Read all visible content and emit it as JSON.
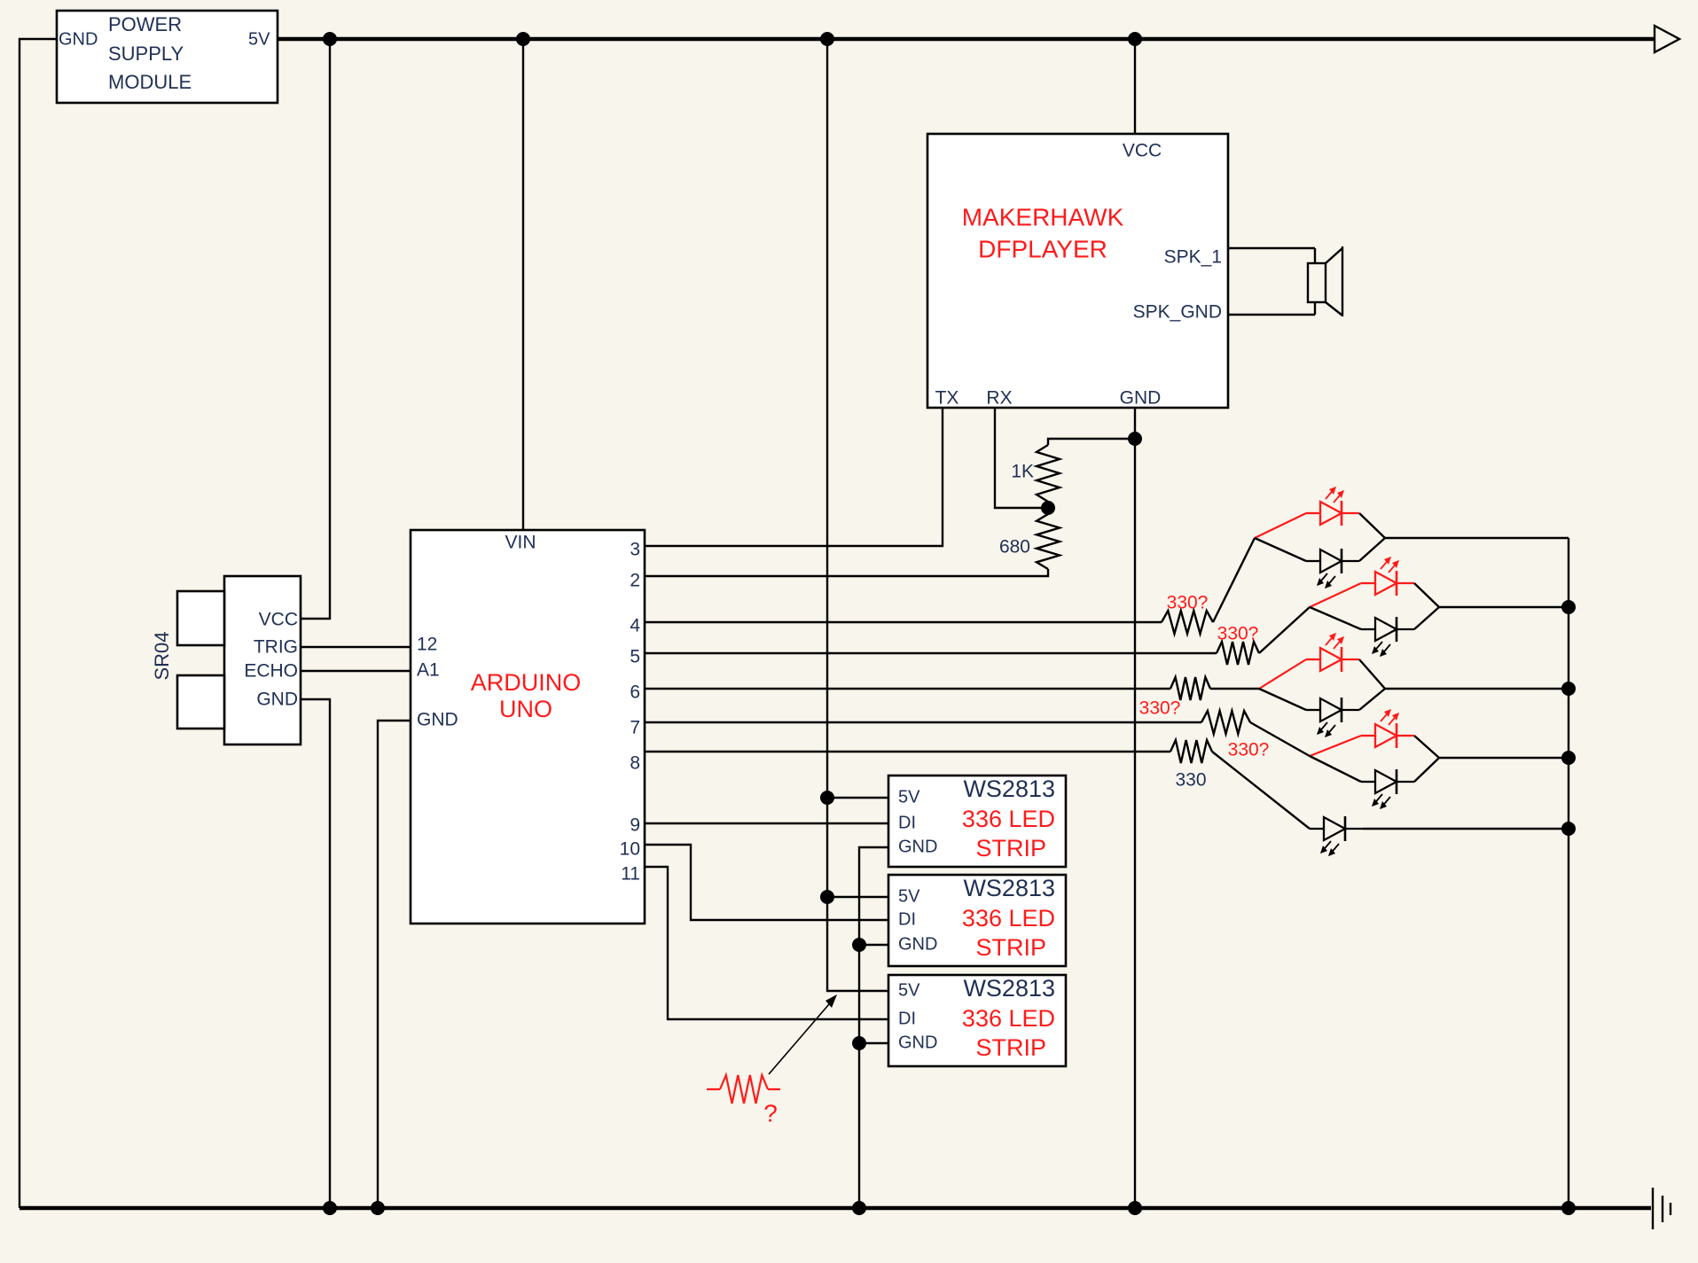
{
  "colors": {
    "bg": "#f8f5ec",
    "wire": "#000000",
    "red": "#ff1a1a",
    "dark": "#203055",
    "box_bg": "#ffffff"
  },
  "power_supply": {
    "gnd_pin": "GND",
    "title_lines": [
      "POWER",
      "SUPPLY",
      "MODULE"
    ],
    "v5_pin": "5V"
  },
  "dfplayer": {
    "vcc": "VCC",
    "title_lines": [
      "MAKERHAWK",
      "DFPLAYER"
    ],
    "spk1": "SPK_1",
    "spk_gnd": "SPK_GND",
    "tx": "TX",
    "rx": "RX",
    "gnd": "GND"
  },
  "resistors": {
    "r_rx_pullup": "1K",
    "r_rx_series": "680",
    "channels": [
      "330?",
      "330?",
      "330?",
      "330?"
    ],
    "r_ch5": "330",
    "unknown": "?"
  },
  "sr04": {
    "name": "SR04",
    "pins": [
      "VCC",
      "TRIG",
      "ECHO",
      "GND"
    ]
  },
  "arduino": {
    "vin": "VIN",
    "title_lines": [
      "ARDUINO",
      "UNO"
    ],
    "right_pins": [
      "3",
      "2",
      "4",
      "5",
      "6",
      "7",
      "8",
      "9",
      "10",
      "11"
    ],
    "left_pins": [
      "12",
      "A1",
      "GND"
    ]
  },
  "led_strips": [
    {
      "pin_5v": "5V",
      "pin_di": "DI",
      "pin_gnd": "GND",
      "title": "WS2813",
      "line2": "336 LED",
      "line3": "STRIP"
    },
    {
      "pin_5v": "5V",
      "pin_di": "DI",
      "pin_gnd": "GND",
      "title": "WS2813",
      "line2": "336 LED",
      "line3": "STRIP"
    },
    {
      "pin_5v": "5V",
      "pin_di": "DI",
      "pin_gnd": "GND",
      "title": "WS2813",
      "line2": "336 LED",
      "line3": "STRIP"
    }
  ]
}
